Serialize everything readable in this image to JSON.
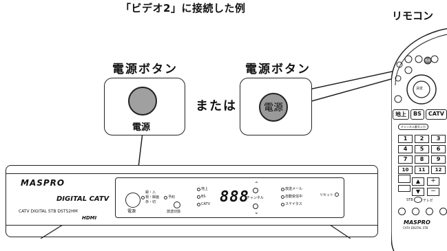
{
  "title": "「ビデオ2」に接続した例",
  "remote_title": "リモコン",
  "callout_left": {
    "label": "電源ボタン",
    "caption": "電源"
  },
  "or_text": "または",
  "callout_right": {
    "label": "電源ボタン",
    "button_text": "電源"
  },
  "stb": {
    "brand": "MASPRO",
    "model_title": "DIGITAL CATV",
    "model_sub": "CATV DIGITAL STB  DST52HM",
    "hdmi": "HDMI",
    "power_label": "電源",
    "led_power": [
      "録・入",
      "視・録画",
      "赤・切"
    ],
    "led_timer": "予約",
    "broadcast_label": "放送切換",
    "broadcast_items": [
      "地上",
      "BS",
      "CATV"
    ],
    "display": "888",
    "channel_label": "チャンネル",
    "status_items": [
      "放送メール",
      "自動受信中",
      "ステイタス"
    ],
    "reset_label": "リセット"
  },
  "remote": {
    "rows_num": [
      [
        "1",
        "2",
        "3"
      ],
      [
        "4",
        "5",
        "6"
      ],
      [
        "7",
        "8",
        "9"
      ],
      [
        "10",
        "11",
        "12"
      ]
    ],
    "tabs": [
      "地上",
      "BS",
      "CATV"
    ],
    "channel_input": "チャンネル番号入力",
    "brand": "MASPRO",
    "brand_sub": "CATV DIGITAL STB",
    "enter": "決定",
    "stb_tv": [
      "STB",
      "テレビ"
    ],
    "power_text": "電源"
  }
}
